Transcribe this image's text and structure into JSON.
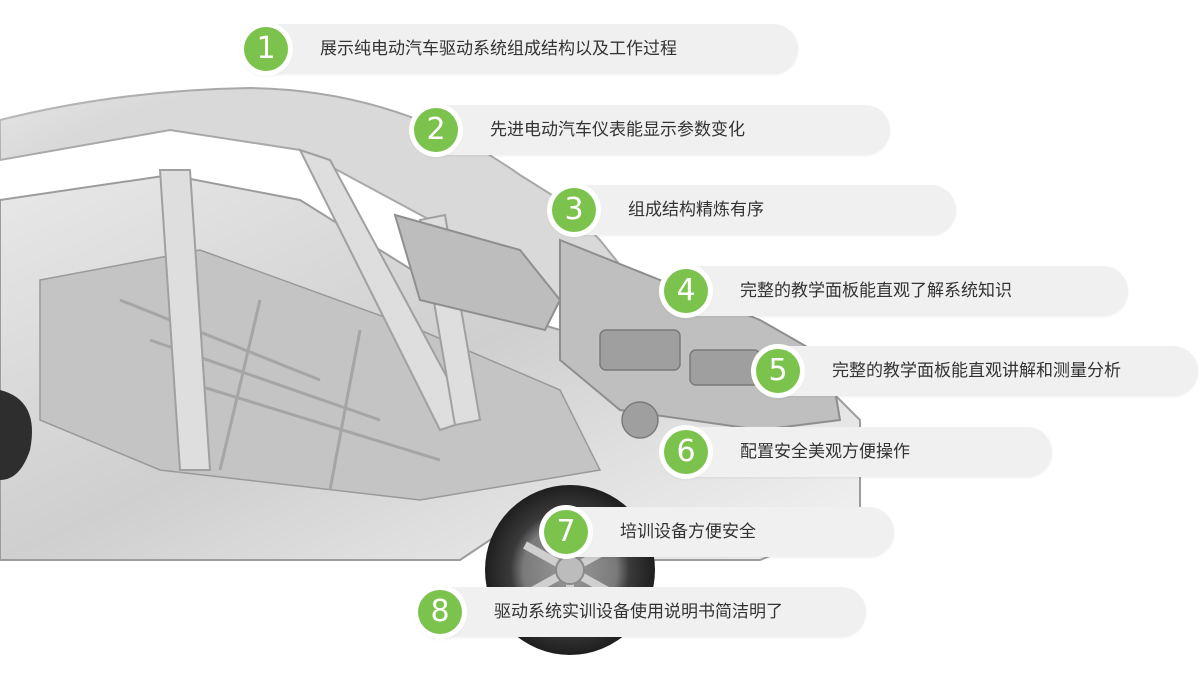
{
  "colors": {
    "accent": "#7cc34e",
    "pill_bg": "#f0f0f0",
    "text": "#333333"
  },
  "features": [
    {
      "number": "1",
      "text": "展示纯电动汽车驱动系统组成结构以及工作过程"
    },
    {
      "number": "2",
      "text": "先进电动汽车仪表能显示参数变化"
    },
    {
      "number": "3",
      "text": "组成结构精炼有序"
    },
    {
      "number": "4",
      "text": "完整的教学面板能直观了解系统知识"
    },
    {
      "number": "5",
      "text": "完整的教学面板能直观讲解和测量分析"
    },
    {
      "number": "6",
      "text": "配置安全美观方便操作"
    },
    {
      "number": "7",
      "text": "培训设备方便安全"
    },
    {
      "number": "8",
      "text": "驱动系统实训设备使用说明书简洁明了"
    }
  ]
}
